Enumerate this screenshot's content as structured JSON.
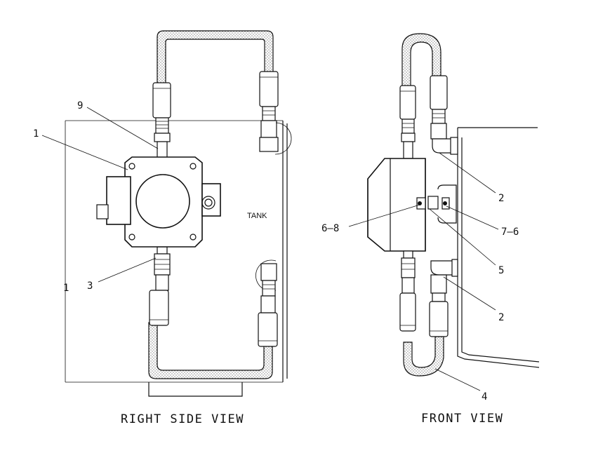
{
  "diagram": {
    "views": {
      "right_side": "RIGHT SIDE VIEW",
      "front": "FRONT VIEW"
    },
    "tank_label": "TANK",
    "callouts": {
      "r9": "9",
      "r1": "1",
      "r3": "3",
      "r1b": "1",
      "f2a": "2",
      "f68": "6–8",
      "f76": "7–6",
      "f5": "5",
      "f2b": "2",
      "f4": "4"
    }
  }
}
